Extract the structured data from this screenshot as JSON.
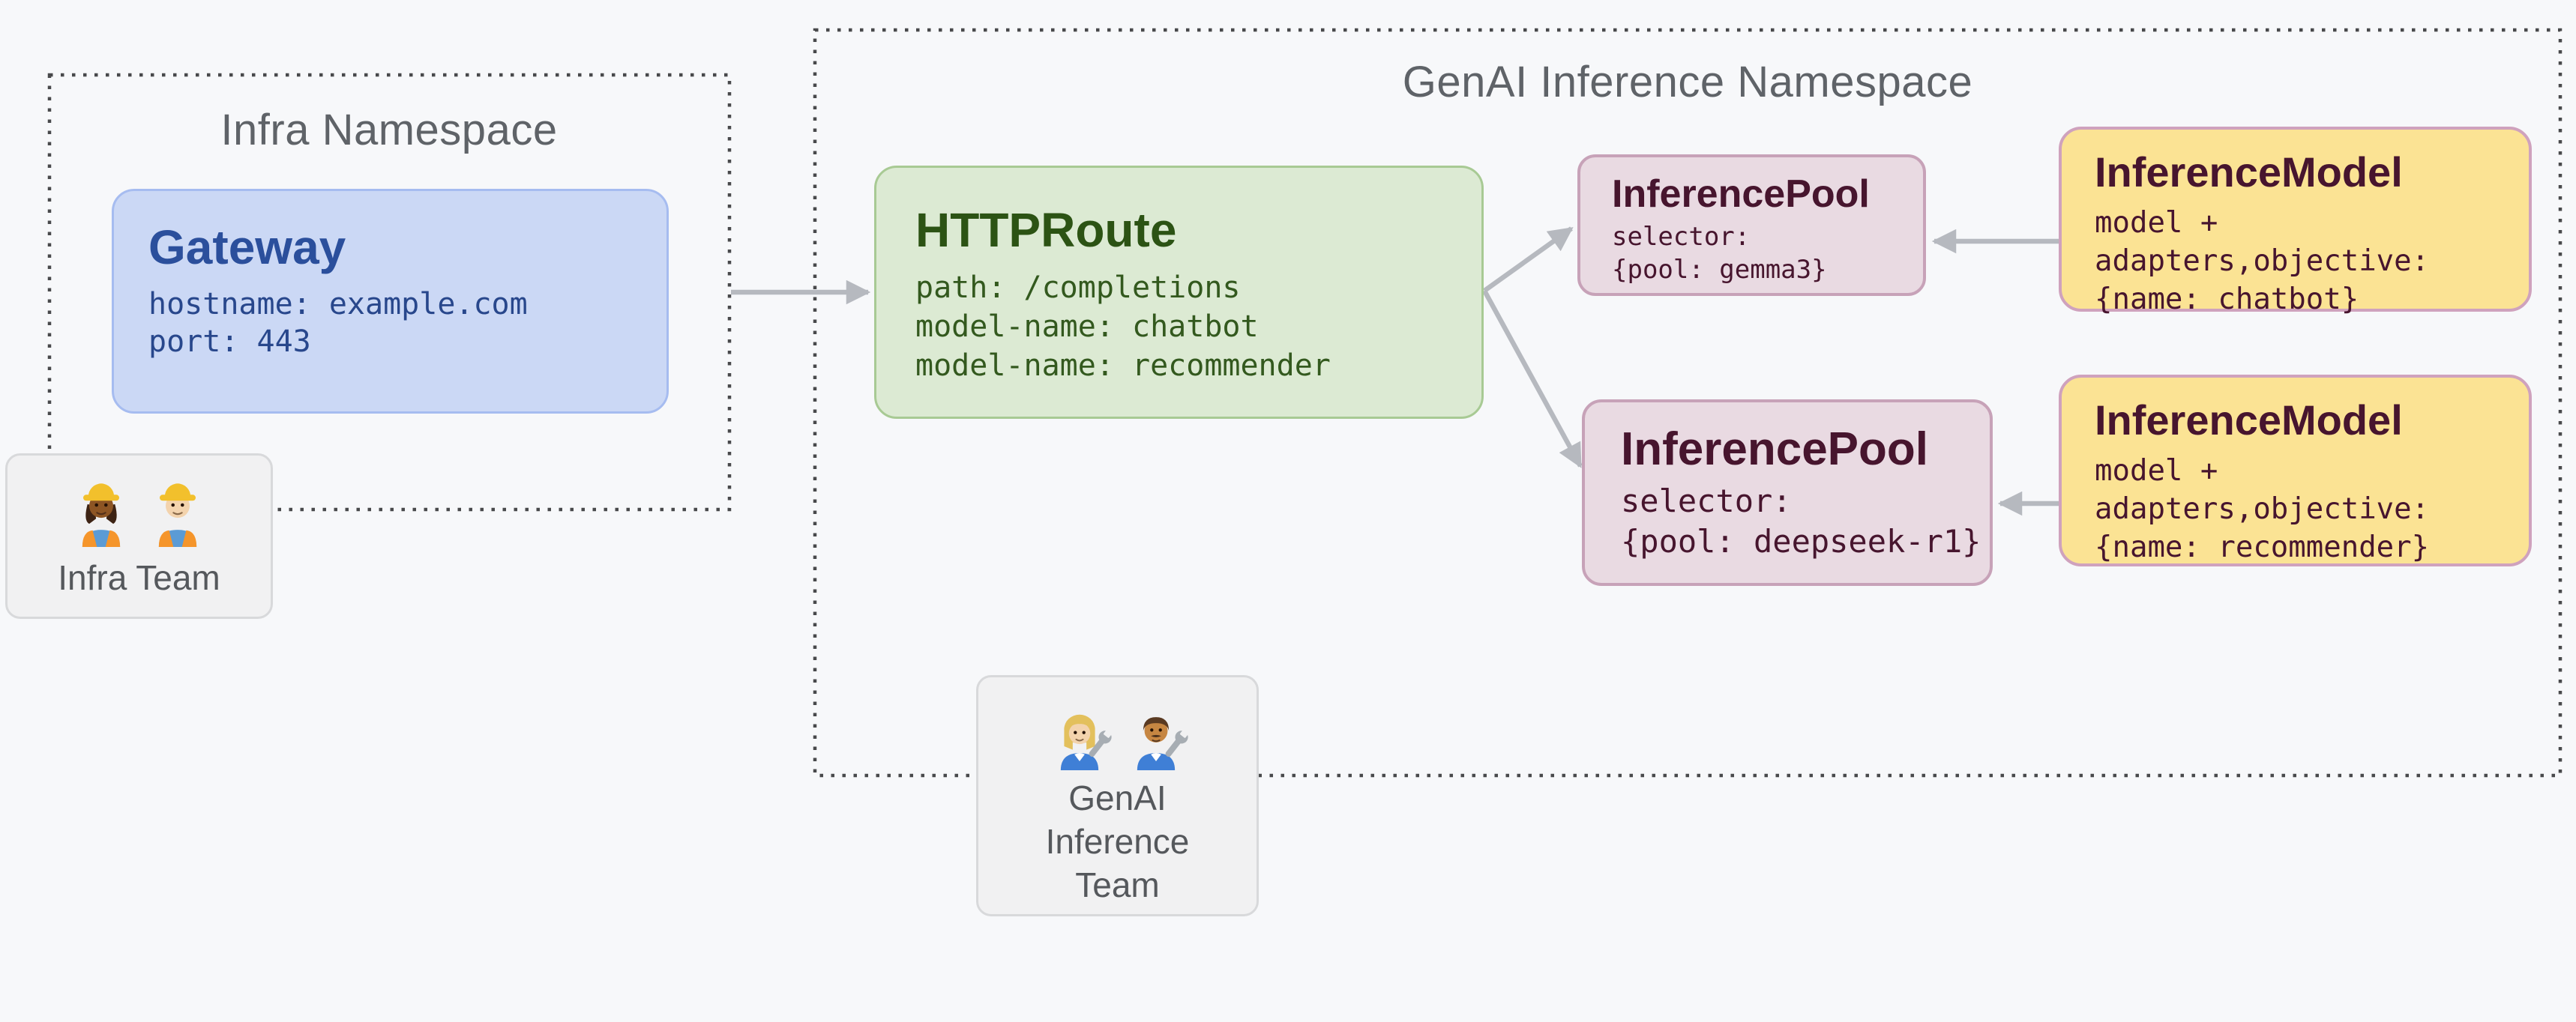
{
  "diagram_title": "Gateway API Inference Extension topology",
  "colors": {
    "background": "#f7f8fa",
    "namespace_border": "#48494b",
    "namespace_title": "#5f6368",
    "arrow": "#b6b9bf",
    "gateway_fill": "#cbd8f5",
    "gateway_border": "#a6bcf0",
    "gateway_text": "#2b4f9c",
    "httproute_fill": "#dcead3",
    "httproute_border": "#a8ca94",
    "httproute_text": "#2c5314",
    "pool_fill": "#e9dae2",
    "pool_border": "#c7a2b8",
    "pool_text": "#47152e",
    "model_fill": "#fbe394",
    "model_border": "#cfa2bd",
    "model_text": "#47152e",
    "team_fill": "#f1f1f2",
    "team_border": "#d8d9db"
  },
  "infra_namespace": {
    "title": "Infra Namespace",
    "gateway": {
      "title": "Gateway",
      "lines": [
        "hostname: example.com",
        "port: 443"
      ]
    },
    "team": {
      "label": "Infra Team",
      "icons": [
        "woman-construction-worker",
        "man-construction-worker"
      ]
    }
  },
  "genai_namespace": {
    "title": "GenAI Inference Namespace",
    "httproute": {
      "title": "HTTPRoute",
      "lines": [
        "path: /completions",
        "model-name: chatbot",
        "model-name: recommender"
      ]
    },
    "inference_pools": [
      {
        "title": "InferencePool",
        "lines": [
          "selector:",
          "{pool: gemma3}"
        ]
      },
      {
        "title": "InferencePool",
        "lines": [
          "selector:",
          "{pool: deepseek-r1}"
        ]
      }
    ],
    "inference_models": [
      {
        "title": "InferenceModel",
        "lines": [
          "model +",
          "adapters,objective:",
          "{name: chatbot}"
        ]
      },
      {
        "title": "InferenceModel",
        "lines": [
          "model +",
          "adapters,objective:",
          "{name: recommender}"
        ]
      }
    ],
    "team": {
      "label": "GenAI Inference Team",
      "icons": [
        "woman-mechanic",
        "man-mechanic"
      ]
    }
  },
  "edges": [
    {
      "from": "gateway",
      "to": "httproute"
    },
    {
      "from": "httproute",
      "to": "inference-pool-gemma3"
    },
    {
      "from": "httproute",
      "to": "inference-pool-deepseek-r1"
    },
    {
      "from": "inference-model-chatbot",
      "to": "inference-pool-gemma3"
    },
    {
      "from": "inference-model-recommender",
      "to": "inference-pool-deepseek-r1"
    }
  ]
}
